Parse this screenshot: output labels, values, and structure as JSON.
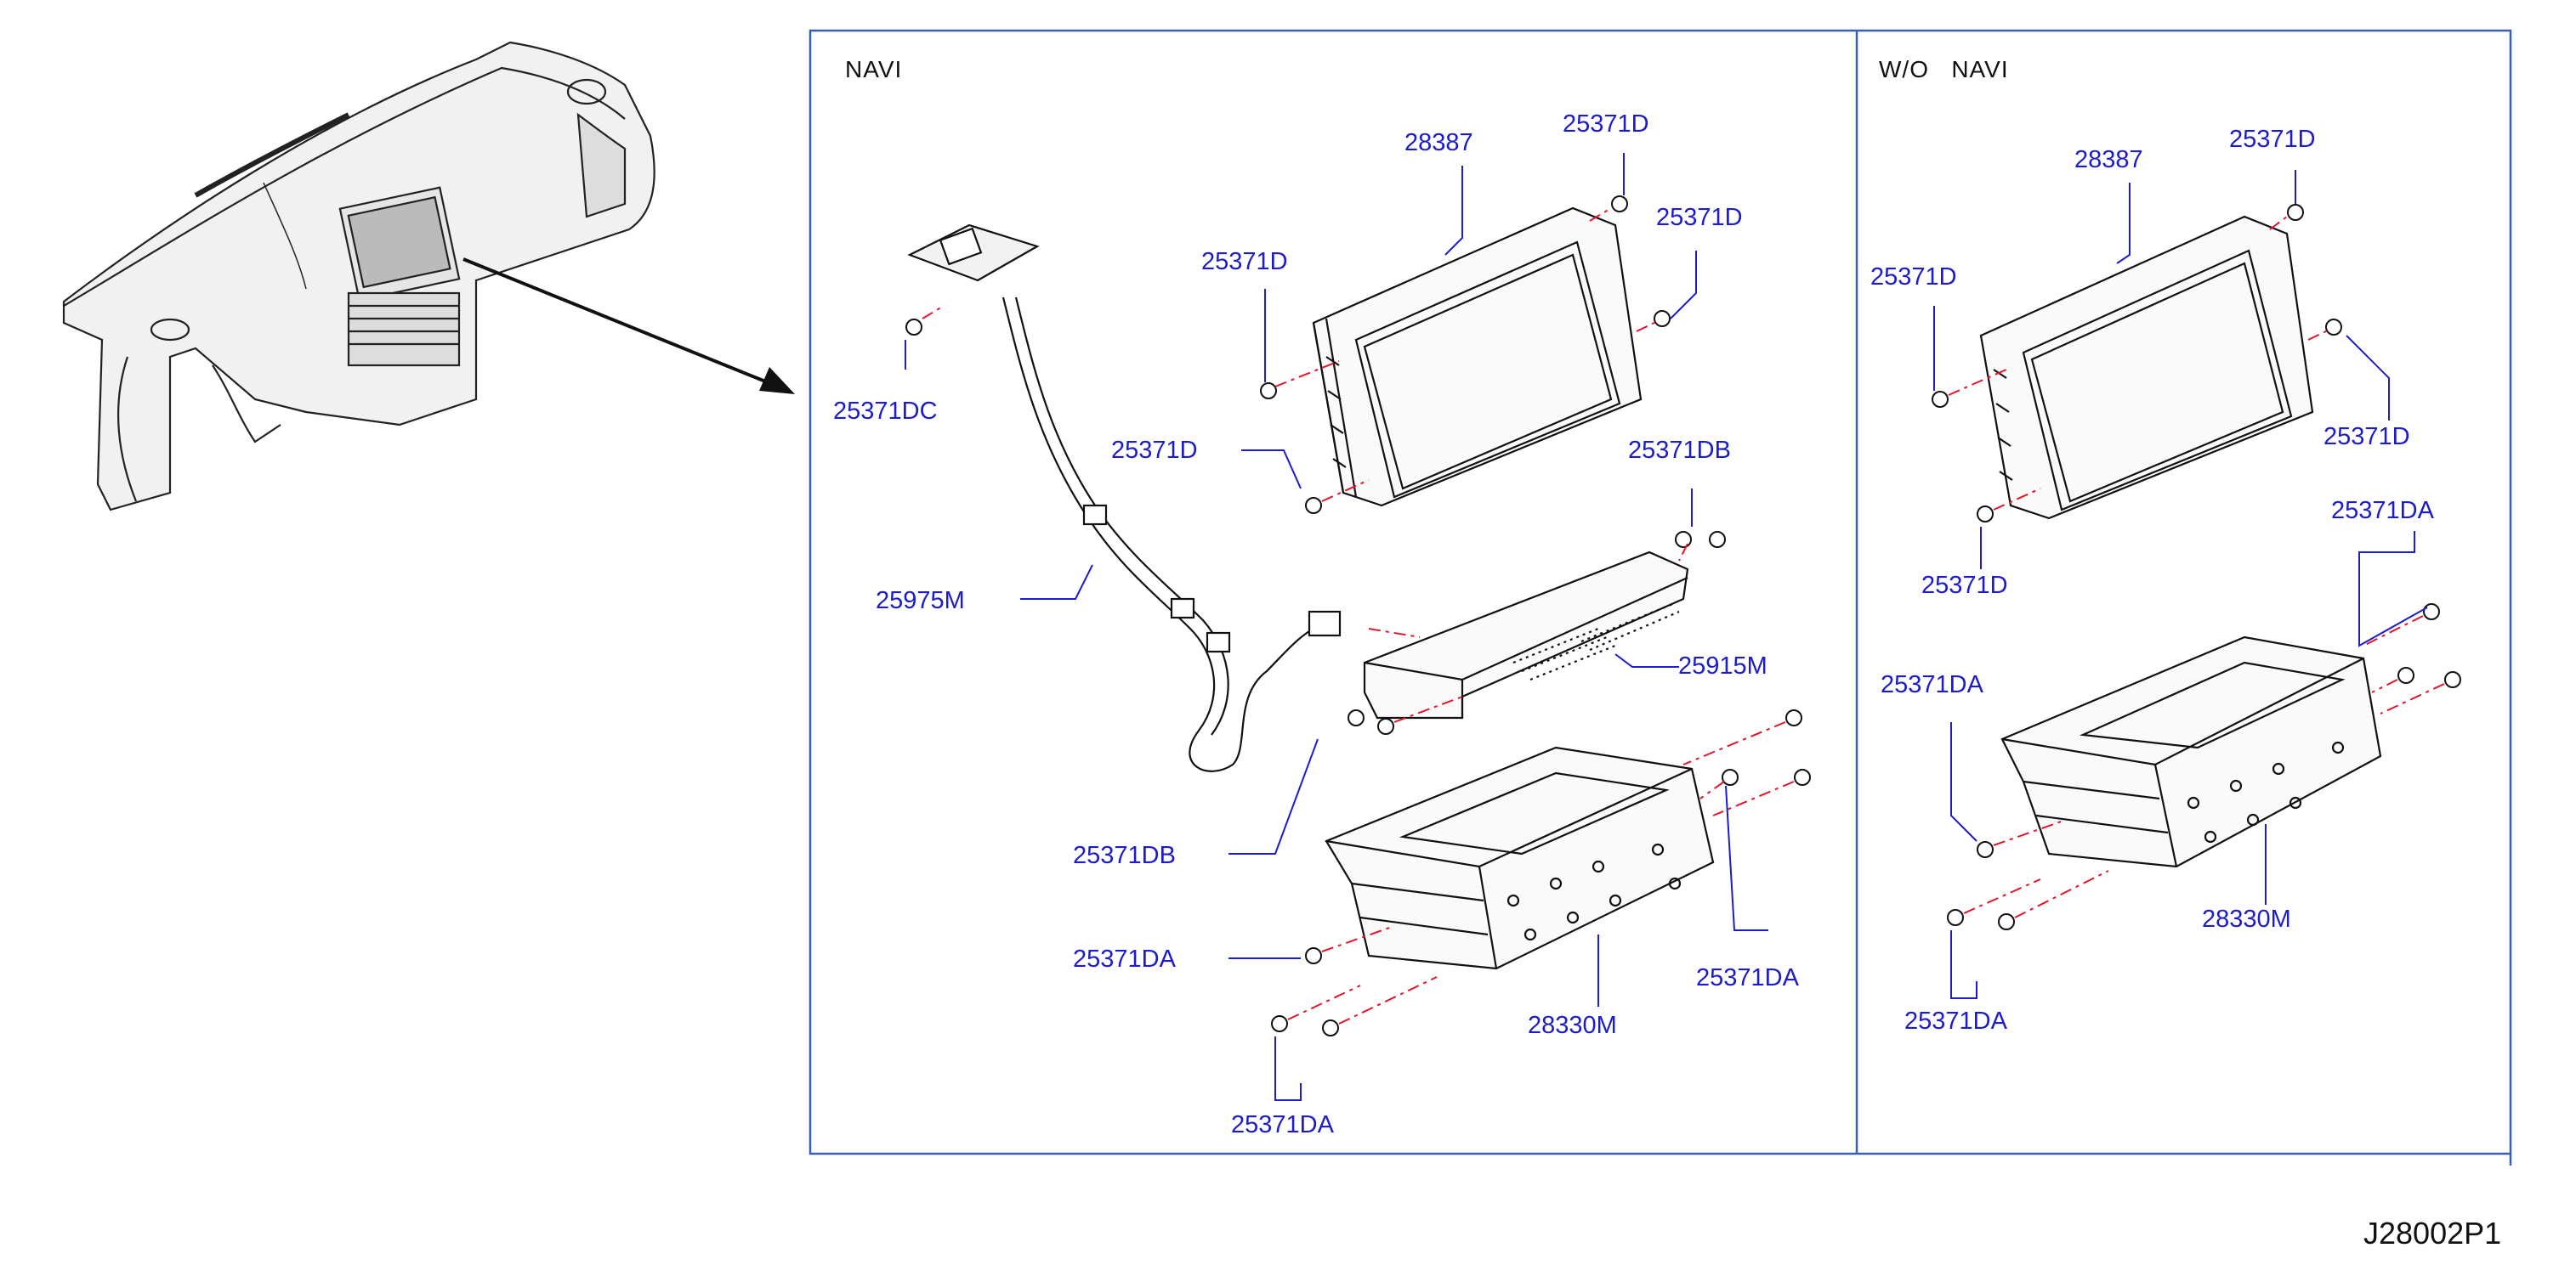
{
  "sections": {
    "left": "NAVI",
    "right": "W/O   NAVI"
  },
  "drawing_code": "J28002P1",
  "callouts": {
    "navi_28387": "28387",
    "navi_25371D_top": "25371D",
    "navi_25371D_right": "25371D",
    "navi_25371D_left": "25371D",
    "navi_25371D_lower": "25371D",
    "navi_25371DC": "25371DC",
    "navi_25975M": "25975M",
    "navi_25371DB_top": "25371DB",
    "navi_25915M": "25915M",
    "navi_25371DB_bottom": "25371DB",
    "navi_25371DA_left": "25371DA",
    "navi_25371DA_right": "25371DA",
    "navi_28330M": "28330M",
    "navi_25371DA_bottom": "25371DA",
    "wo_28387": "28387",
    "wo_25371D_top": "25371D",
    "wo_25371D_left": "25371D",
    "wo_25371D_right": "25371D",
    "wo_25371D_lower": "25371D",
    "wo_25371DA_top": "25371DA",
    "wo_25371DA_left": "25371DA",
    "wo_28330M": "28330M",
    "wo_25371DA_bottom": "25371DA"
  },
  "colors": {
    "frame": "#3a5fb0",
    "label": "#1c1cc8",
    "leader": "#1c1cc8",
    "dash": "#e0162b",
    "line": "#111111"
  }
}
